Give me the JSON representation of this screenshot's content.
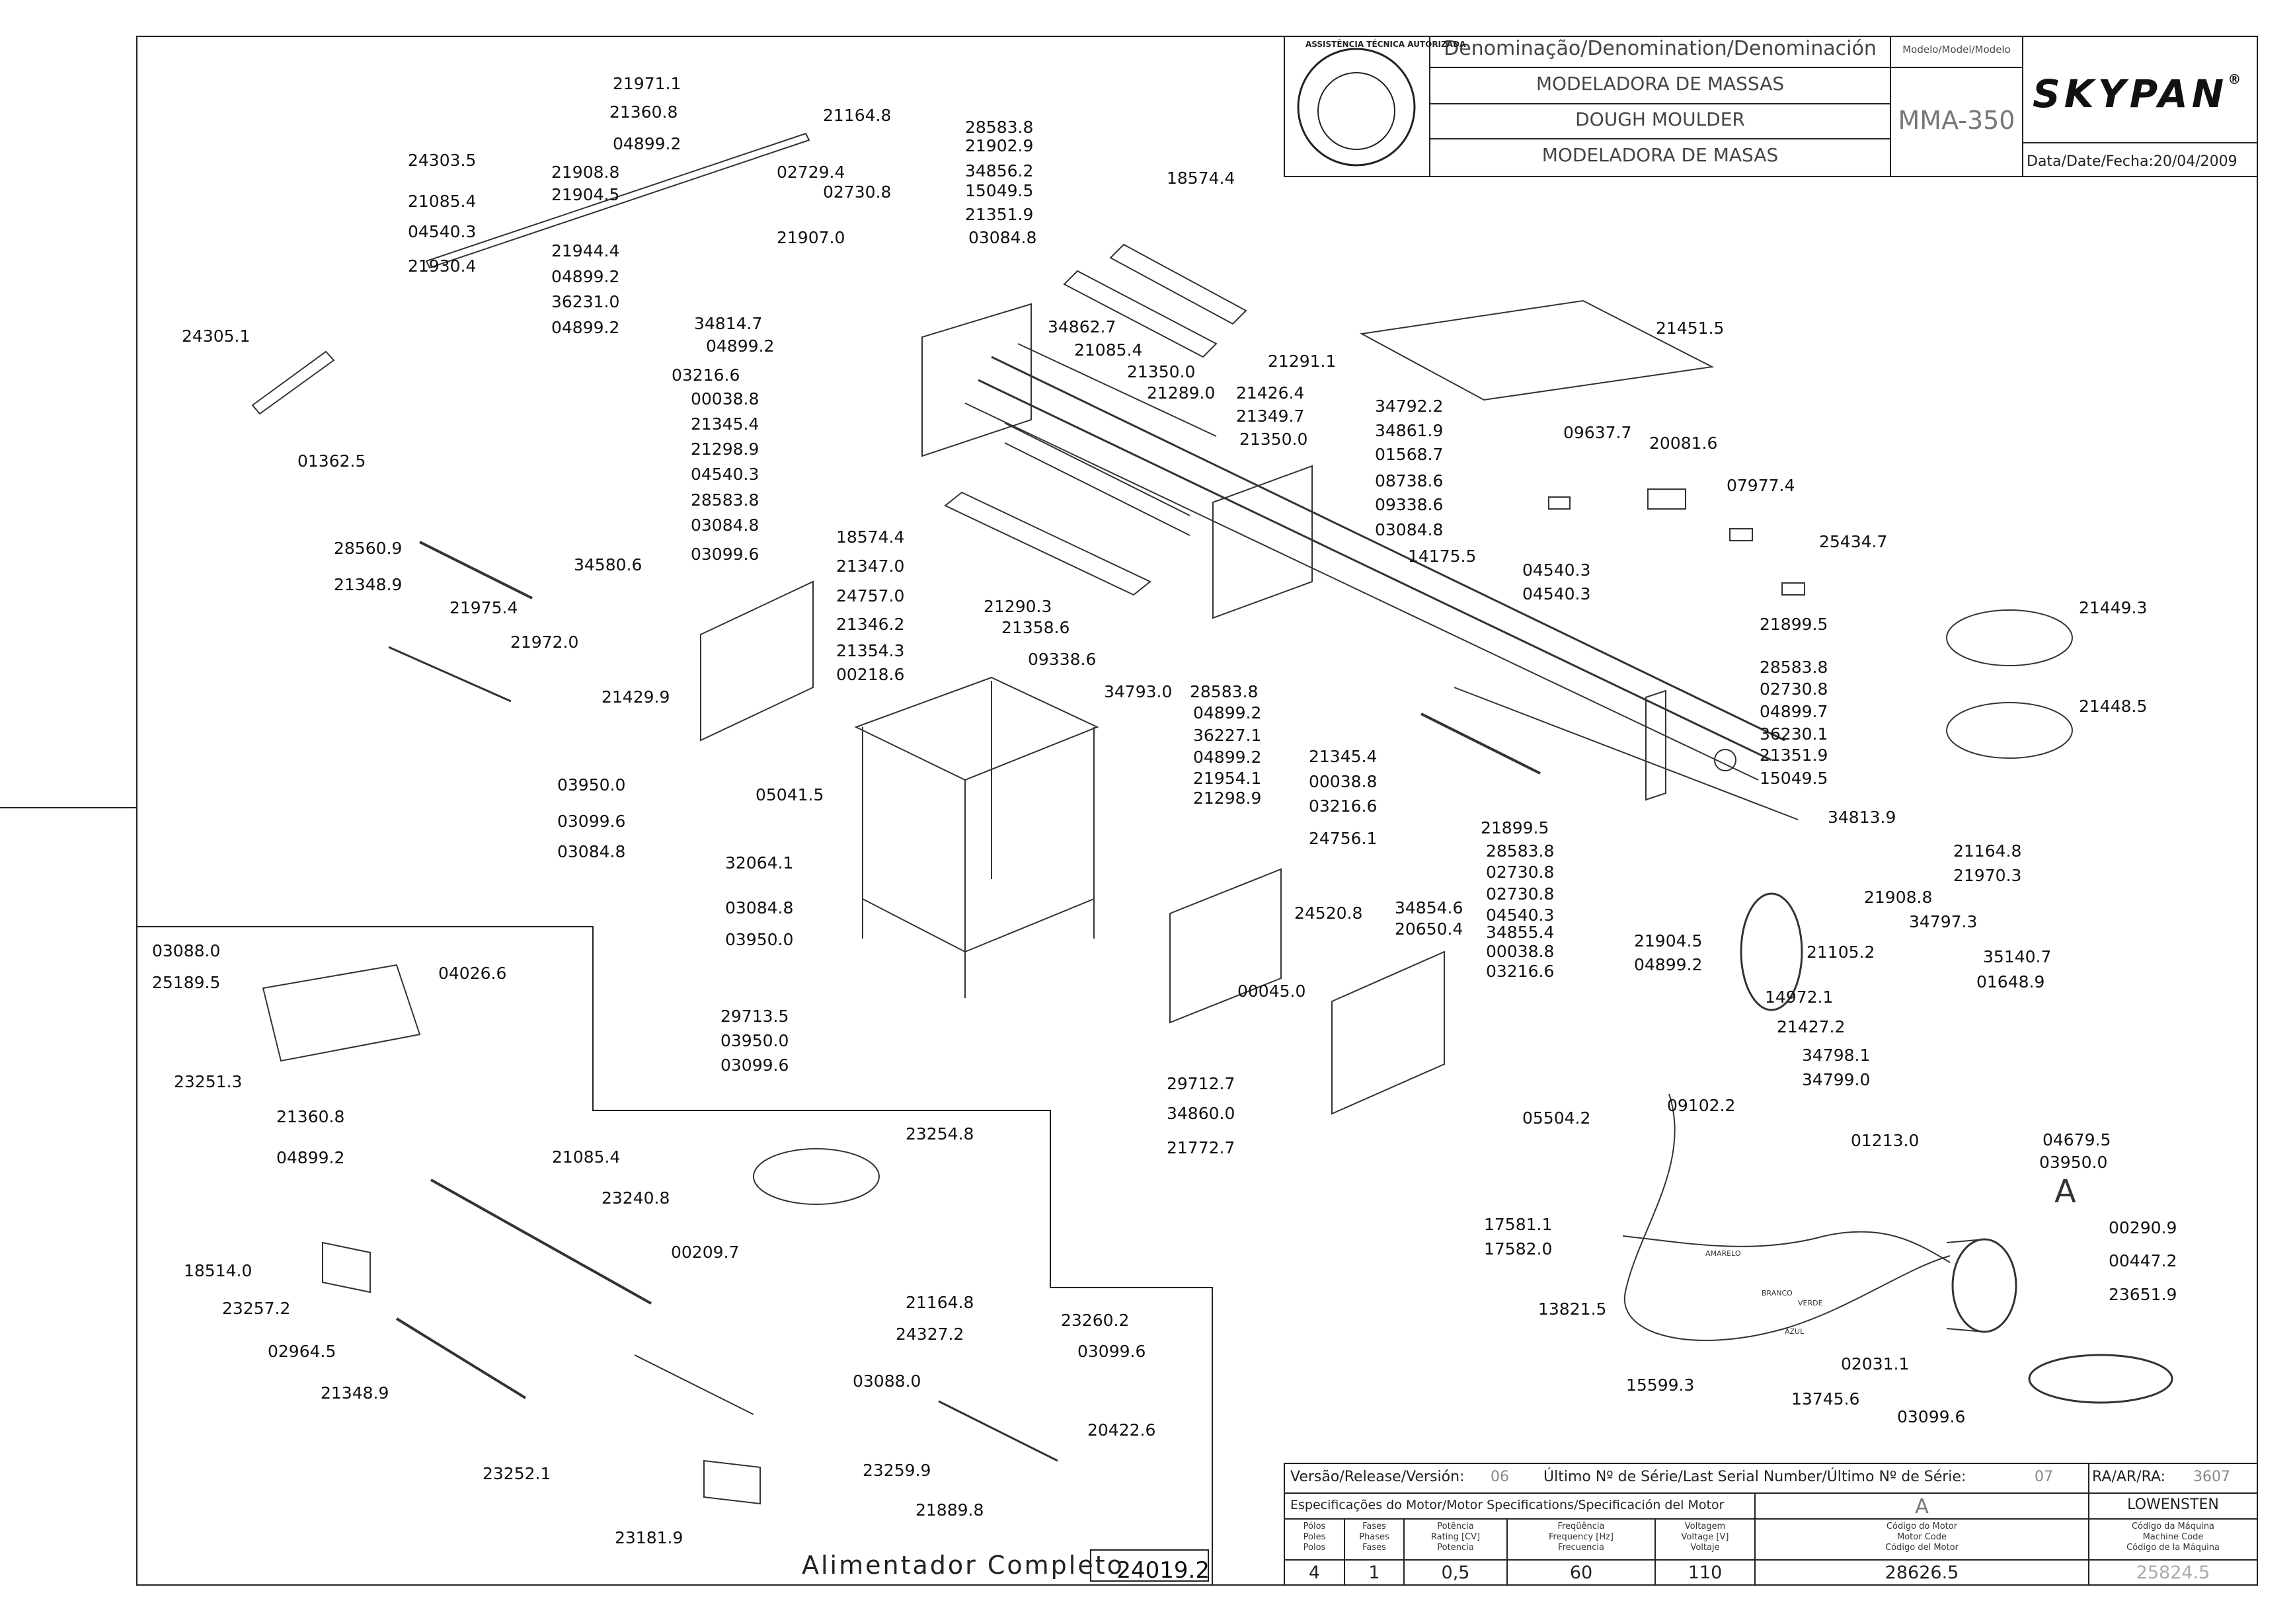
{
  "title_block": {
    "denomination_header": "Denominação/Denomination/Denominación",
    "model_header": "Modelo/Model/Modelo",
    "name_pt": "MODELADORA DE MASSAS",
    "name_en": "DOUGH MOULDER",
    "name_es": "MODELADORA DE MASAS",
    "model": "MMA-350",
    "brand": "SKYPAN",
    "brand_mark": "®",
    "date_label": "Data/Date/Fecha:",
    "date": "20/04/2009",
    "seal_text": "ASSISTÊNCIA TÉCNICA AUTORIZADA"
  },
  "release_block": {
    "release_label": "Versão/Release/Versión:",
    "release": "06",
    "serial_label": "Último Nº de Série/Last Serial Number/Último Nº de Série:",
    "serial": "07",
    "ra_label": "RA/AR/RA:",
    "ra": "3607",
    "motor_spec_label": "Especificações do Motor/Motor Specifications/Specificación del Motor",
    "variant": "A",
    "maker": "LOWENSTEN",
    "columns": [
      {
        "head": [
          "Pólos",
          "Poles",
          "Polos"
        ],
        "value": "4"
      },
      {
        "head": [
          "Fases",
          "Phases",
          "Fases"
        ],
        "value": "1"
      },
      {
        "head": [
          "Potência",
          "Rating [CV]",
          "Potencia"
        ],
        "value": "0,5"
      },
      {
        "head": [
          "Freqüência",
          "Frequency [Hz]",
          "Frecuencia"
        ],
        "value": "60"
      },
      {
        "head": [
          "Voltagem",
          "Voltage [V]",
          "Voltaje"
        ],
        "value": "110"
      },
      {
        "head": [
          "Código do Motor",
          "Motor Code",
          "Código del Motor"
        ],
        "value": "28626.5"
      },
      {
        "head": [
          "Código da Máquina",
          "Machine Code",
          "Código de la Máquina"
        ],
        "value": "25824.5"
      }
    ]
  },
  "feeder": {
    "label": "Alimentador Completo",
    "code": "24019.2"
  },
  "detail_marker": "A",
  "wire_labels": [
    "AMARELO",
    "BRANCO",
    "VERDE",
    "AZUL"
  ],
  "part_labels": [
    "21971.1",
    "21360.8",
    "21164.8",
    "04899.2",
    "24303.5",
    "21908.8",
    "02729.4",
    "21904.5",
    "02730.8",
    "21085.4",
    "04540.3",
    "21907.0",
    "21930.4",
    "21944.4",
    "04899.2",
    "36231.0",
    "04899.2",
    "34814.7",
    "04899.2",
    "24305.1",
    "03216.6",
    "00038.8",
    "21345.4",
    "21298.9",
    "04540.3",
    "28583.8",
    "03084.8",
    "03099.6",
    "01362.5",
    "28583.8",
    "21902.9",
    "34856.2",
    "15049.5",
    "21351.9",
    "03084.8",
    "18574.4",
    "34862.7",
    "21085.4",
    "21291.1",
    "21350.0",
    "21289.0",
    "21426.4",
    "21349.7",
    "21350.0",
    "21451.5",
    "34792.2",
    "34861.9",
    "01568.7",
    "08738.6",
    "09338.6",
    "03084.8",
    "14175.5",
    "09637.7",
    "20081.6",
    "07977.4",
    "25434.7",
    "28560.9",
    "21348.9",
    "34580.6",
    "21975.4",
    "21972.0",
    "21429.9",
    "18574.4",
    "21347.0",
    "24757.0",
    "21346.2",
    "21354.3",
    "00218.6",
    "21290.3",
    "21358.6",
    "09338.6",
    "04540.3",
    "04540.3",
    "34793.0",
    "28583.8",
    "04899.2",
    "36227.1",
    "04899.2",
    "21954.1",
    "21298.9",
    "21345.4",
    "00038.8",
    "03216.6",
    "24756.1",
    "21449.3",
    "21448.5",
    "21899.5",
    "28583.8",
    "02730.8",
    "04899.7",
    "36230.1",
    "21351.9",
    "15049.5",
    "34813.9",
    "21164.8",
    "21970.3",
    "21899.5",
    "28583.8",
    "02730.8",
    "02730.8",
    "04540.3",
    "34855.4",
    "00038.8",
    "03216.6",
    "21908.8",
    "34797.3",
    "21904.5",
    "04899.2",
    "21105.2",
    "35140.7",
    "01648.9",
    "14972.1",
    "21427.2",
    "34798.1",
    "34799.0",
    "03950.0",
    "03099.6",
    "03084.8",
    "05041.5",
    "32064.1",
    "03084.8",
    "03950.0",
    "29713.5",
    "03950.0",
    "03099.6",
    "24520.8",
    "34854.6",
    "20650.4",
    "00045.0",
    "29712.7",
    "34860.0",
    "21772.7",
    "03088.0",
    "25189.5",
    "04026.6",
    "23251.3",
    "21360.8",
    "04899.2",
    "21085.4",
    "23240.8",
    "00209.7",
    "23254.8",
    "18514.0",
    "23257.2",
    "02964.5",
    "21348.9",
    "23252.1",
    "23181.9",
    "21164.8",
    "24327.2",
    "23260.2",
    "03099.6",
    "03088.0",
    "23259.9",
    "20422.6",
    "21889.8",
    "05504.2",
    "09102.2",
    "01213.0",
    "04679.5",
    "03950.0",
    "00290.9",
    "00447.2",
    "23651.9",
    "17581.1",
    "17582.0",
    "13821.5",
    "02031.1",
    "15599.3",
    "13745.6",
    "03099.6"
  ]
}
